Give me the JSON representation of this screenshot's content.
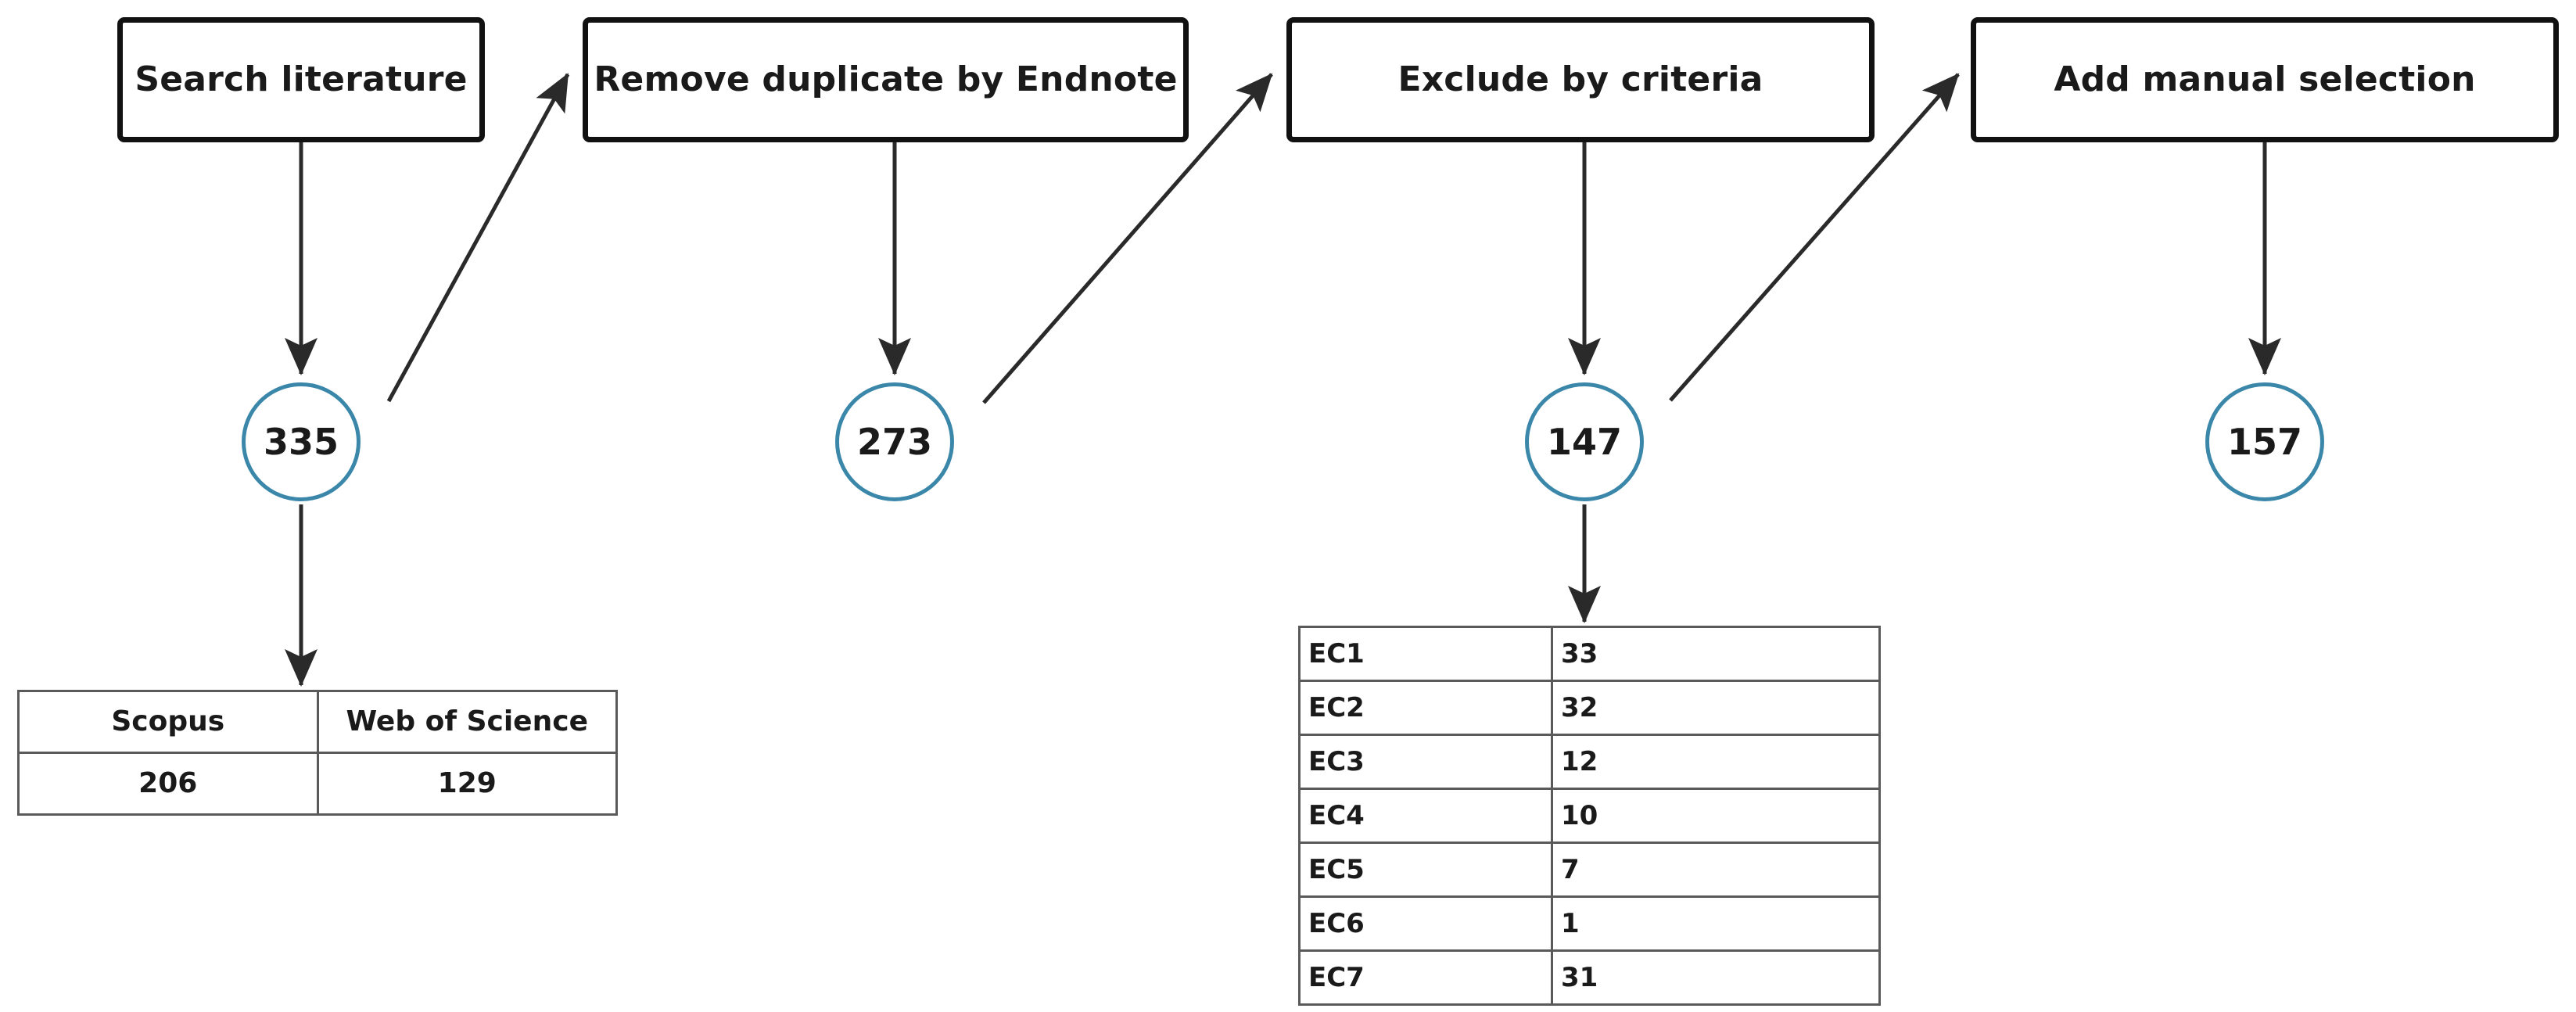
{
  "colors": {
    "circle_stroke": "#3b87aa",
    "box_stroke": "#111111",
    "table_stroke": "#5a5a5a",
    "arrow": "#2a2a2a",
    "text": "#1a1a1a",
    "background": "#ffffff"
  },
  "flow": {
    "stages": [
      {
        "label": "Search literature",
        "count": "335"
      },
      {
        "label": "Remove duplicate by Endnote",
        "count": "273"
      },
      {
        "label": "Exclude by criteria",
        "count": "147"
      },
      {
        "label": "Add manual selection",
        "count": "157"
      }
    ]
  },
  "sources_table": {
    "headers": [
      "Scopus",
      "Web of Science"
    ],
    "values": [
      "206",
      "129"
    ]
  },
  "criteria_table": {
    "rows": [
      {
        "key": "EC1",
        "value": "33"
      },
      {
        "key": "EC2",
        "value": "32"
      },
      {
        "key": "EC3",
        "value": "12"
      },
      {
        "key": "EC4",
        "value": "10"
      },
      {
        "key": "EC5",
        "value": "7"
      },
      {
        "key": "EC6",
        "value": "1"
      },
      {
        "key": "EC7",
        "value": "31"
      }
    ]
  }
}
